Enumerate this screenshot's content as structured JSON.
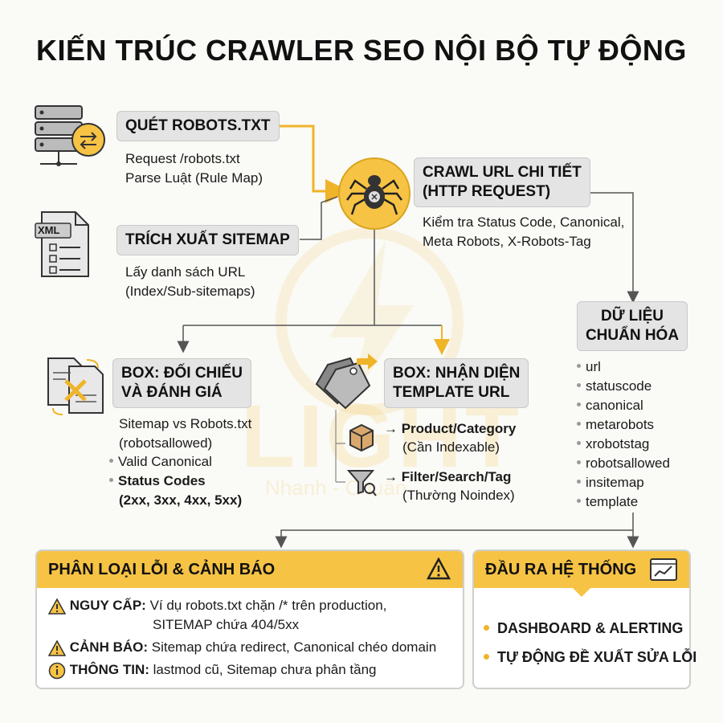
{
  "title": "KIẾN TRÚC CRAWLER SEO NỘI BỘ TỰ ĐỘNG",
  "robots": {
    "heading": "QUÉT ROBOTS.TXT",
    "lines": [
      "Request /robots.txt",
      "Parse Luật (Rule Map)"
    ]
  },
  "sitemap": {
    "heading": "TRÍCH XUẤT SITEMAP",
    "icon_label": "XML",
    "lines": [
      "Lấy danh sách URL",
      "(Index/Sub-sitemaps)"
    ]
  },
  "crawl": {
    "heading_line1": "CRAWL URL CHI TIẾT",
    "heading_line2": "(HTTP REQUEST)",
    "lines": [
      "Kiểm tra Status Code, Canonical,",
      "Meta Robots, X-Robots-Tag"
    ]
  },
  "normalized": {
    "heading_line1": "DỮ LIỆU",
    "heading_line2": "CHUẨN HÓA",
    "fields": [
      "url",
      "statuscode",
      "canonical",
      "metarobots",
      "xrobotstag",
      "robotsallowed",
      "insitemap",
      "template"
    ]
  },
  "compare": {
    "heading_line1": "BOX: ĐỐI CHIẾU",
    "heading_line2": "VÀ ĐÁNH GIÁ",
    "line1": "Sitemap vs Robots.txt",
    "line2": "(robotsallowed)",
    "bullet1": "Valid Canonical",
    "bullet2_line1": "Status Codes",
    "bullet2_line2": "(2xx, 3xx, 4xx, 5xx)"
  },
  "template": {
    "heading_line1": "BOX: NHẬN DIỆN",
    "heading_line2": "TEMPLATE URL",
    "item1_title": "→ Product/Category",
    "item1_sub": "(Cần Indexable)",
    "item2_title": "→ Filter/Search/Tag",
    "item2_sub": "(Thường Noindex)"
  },
  "errors": {
    "heading": "PHÂN LOẠI LỖI & CẢNH BÁO",
    "critical_label": "NGUY CẤP:",
    "critical_text1": "Ví dụ robots.txt chặn /* trên production,",
    "critical_text2": "SITEMAP chứa 404/5xx",
    "warning_label": "CẢNH BÁO:",
    "warning_text": "Sitemap chứa redirect, Canonical chéo domain",
    "info_label": "THÔNG TIN:",
    "info_text": "lastmod cũ, Sitemap chưa phân tầng"
  },
  "output": {
    "heading": "ĐẦU RA HỆ THỐNG",
    "items": [
      "DASHBOARD & ALERTING",
      "TỰ ĐỘNG ĐỀ XUẤT SỬA LỖI"
    ]
  },
  "watermark": {
    "word": "LIGHT",
    "tagline": "Nhanh - Chuẩn"
  },
  "colors": {
    "accent": "#f6c344",
    "arrow_yellow": "#f0b429",
    "arrow_gray": "#555555",
    "header_gray": "#e4e4e4"
  }
}
